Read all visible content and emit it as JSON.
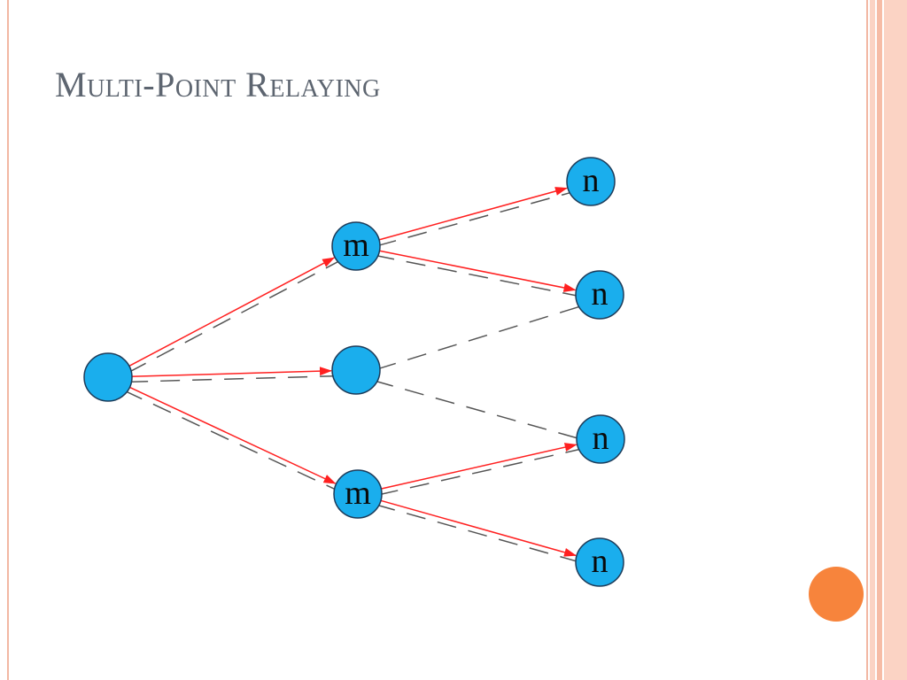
{
  "slide": {
    "title": "Multi-Point Relaying"
  },
  "colors": {
    "frame": "#f2b7a3",
    "band_light": "#fbd3c4",
    "band_mid": "#f6bca6",
    "accent": "#f7843c",
    "node_fill": "#1aaeed",
    "node_stroke": "#1d3c5a",
    "relay_edge": "#ff2020",
    "link_edge": "#555555"
  },
  "diagram": {
    "nodes": [
      {
        "id": "source",
        "label": ""
      },
      {
        "id": "m1",
        "label": "m"
      },
      {
        "id": "c",
        "label": ""
      },
      {
        "id": "m2",
        "label": "m"
      },
      {
        "id": "n1",
        "label": "n"
      },
      {
        "id": "n2",
        "label": "n"
      },
      {
        "id": "n3",
        "label": "n"
      },
      {
        "id": "n4",
        "label": "n"
      }
    ],
    "relay_edges": [
      {
        "from": "source",
        "to": "m1"
      },
      {
        "from": "source",
        "to": "c"
      },
      {
        "from": "source",
        "to": "m2"
      },
      {
        "from": "m1",
        "to": "n1"
      },
      {
        "from": "m1",
        "to": "n2"
      },
      {
        "from": "m2",
        "to": "n3"
      },
      {
        "from": "m2",
        "to": "n4"
      }
    ],
    "link_edges": [
      {
        "from": "source",
        "to": "m1"
      },
      {
        "from": "source",
        "to": "c"
      },
      {
        "from": "source",
        "to": "m2"
      },
      {
        "from": "m1",
        "to": "n1"
      },
      {
        "from": "m1",
        "to": "n2"
      },
      {
        "from": "c",
        "to": "n2"
      },
      {
        "from": "c",
        "to": "n3"
      },
      {
        "from": "m2",
        "to": "n3"
      },
      {
        "from": "m2",
        "to": "n4"
      }
    ]
  }
}
